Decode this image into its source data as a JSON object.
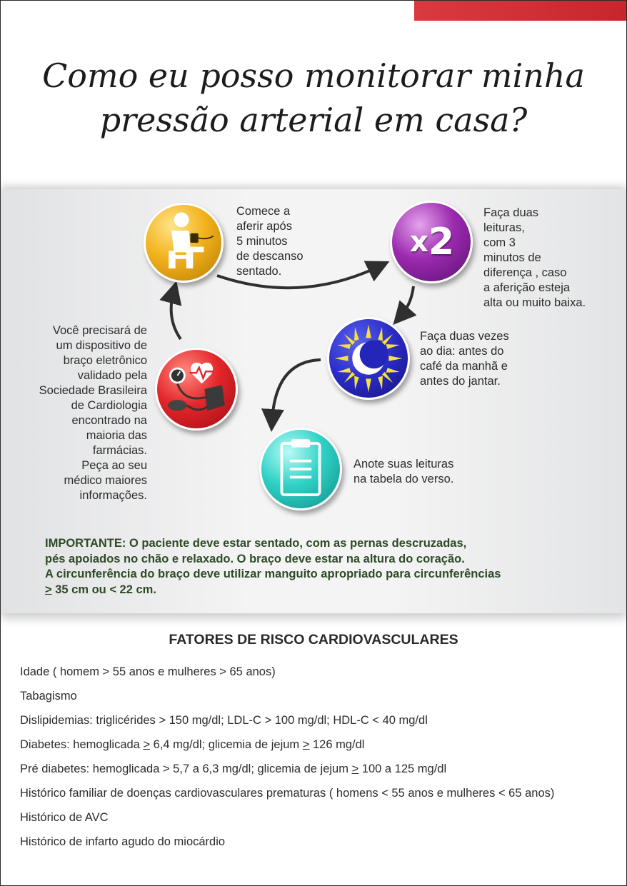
{
  "title": {
    "line1": "Como eu posso monitorar minha",
    "line2": "pressão arterial em casa?"
  },
  "steps": {
    "start": [
      "Comece a",
      "aferir após",
      "5 minutos",
      "de descanso",
      "sentado."
    ],
    "two_readings": [
      "Faça duas",
      "leituras,",
      "com 3",
      "minutos de",
      "diferença , caso",
      "a aferição esteja",
      "alta ou muito baixa."
    ],
    "twice_day": [
      "Faça duas vezes",
      "ao dia: antes do",
      "café da manhã e",
      "antes do jantar."
    ],
    "device": [
      "Você precisará de",
      "um dispositivo de",
      "braço eletrônico",
      "validado pela",
      "Sociedade Brasileira",
      "de Cardiologia",
      "encontrado na",
      "maioria das",
      "farmácias.",
      "Peça ao seu",
      "médico maiores",
      "informações."
    ],
    "note": [
      "Anote suas leituras",
      "na tabela do verso."
    ]
  },
  "x2_icon": {
    "prefix": "x",
    "number": "2"
  },
  "important": {
    "label": "IMPORTANTE:",
    "line1": " O paciente deve estar sentado, com as pernas descruzadas,",
    "line2": "pés apoiados no chão e relaxado. O braço deve estar na altura do coração.",
    "line3": "A circunferência do braço deve utilizar manguito apropriado para circunferências",
    "line4_symbol": ">",
    "line4_rest": " 35 cm ou < 22 cm."
  },
  "risk": {
    "title": "FATORES DE RISCO CARDIOVASCULARES",
    "items": [
      {
        "text": "Idade ( homem > 55 anos e mulheres > 65 anos)"
      },
      {
        "text": "Tabagismo"
      },
      {
        "text": "Dislipidemias: triglicérides > 150 mg/dl; LDL-C > 100 mg/dl; HDL-C < 40 mg/dl"
      },
      {
        "a": "Diabetes: hemoglicada ",
        "s1": ">",
        "b": " 6,4 mg/dl; glicemia de jejum ",
        "s2": ">",
        "c": " 126 mg/dl"
      },
      {
        "a": "Pré diabetes: hemoglicada > 5,7 a 6,3 mg/dl; glicemia de jejum ",
        "s1": ">",
        "b": " 100 a 125 mg/dl"
      },
      {
        "text": "Histórico familiar de doenças cardiovasculares prematuras ( homens < 55 anos e mulheres < 65 anos)"
      },
      {
        "text": "Histórico de AVC"
      },
      {
        "text": "Histórico de infarto agudo do miocárdio"
      }
    ]
  },
  "colors": {
    "accent_red": "#d93a40",
    "important_green": "#2e4a26",
    "step1_gold": "#f2b21c",
    "step2_purple": "#9c2ab0",
    "step3_blue": "#2a2bc6",
    "device_red": "#e3262a",
    "note_teal": "#2fd1c6"
  },
  "icons": {
    "step1": "seated-person-cuff-icon",
    "step2": "x2-icon",
    "step3": "sun-moon-icon",
    "device": "blood-pressure-monitor-icon",
    "note": "clipboard-icon"
  }
}
